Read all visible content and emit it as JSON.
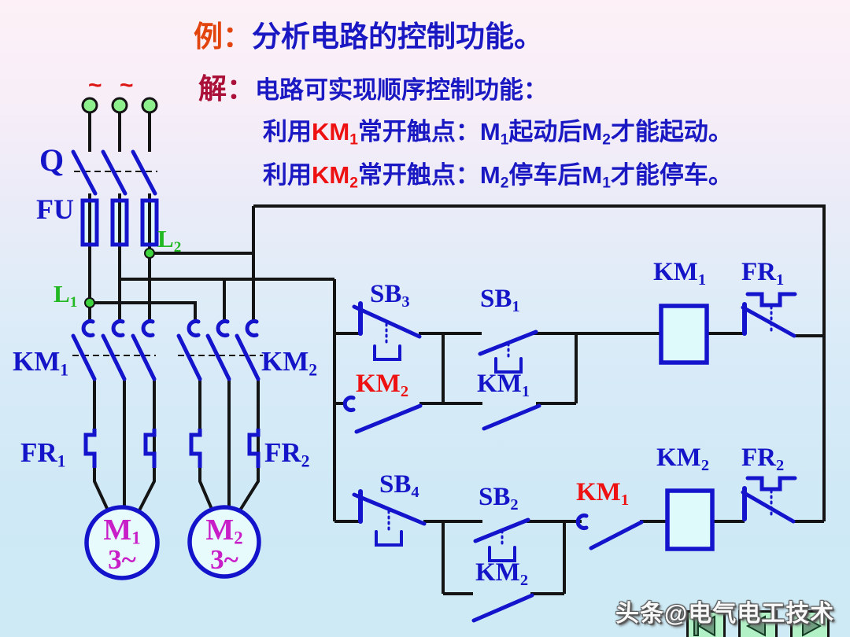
{
  "header": {
    "title_label": "例：",
    "title_text": "分析电路的控制功能。",
    "solution_label": "解：",
    "solution_text": "电路可实现顺序控制功能：",
    "point1": {
      "pre": "利用",
      "km": "KM",
      "km_sub": "1",
      "a": "常开触点：M",
      "a_sub": "1",
      "b": "起动后M",
      "b_sub": "2",
      "c": "才能起动。"
    },
    "point2": {
      "pre": "利用",
      "km": "KM",
      "km_sub": "2",
      "a": "常开触点：M",
      "a_sub": "2",
      "b": "停车后M",
      "b_sub": "1",
      "c": "才能停车。"
    }
  },
  "circuit": {
    "supply_tilde": "~",
    "labels": {
      "q": {
        "t": "Q"
      },
      "fu": {
        "t": "FU"
      },
      "l1": {
        "t": "L",
        "s": "1"
      },
      "l2": {
        "t": "L",
        "s": "2"
      },
      "km1_main": {
        "t": "KM",
        "s": "1"
      },
      "km2_main": {
        "t": "KM",
        "s": "2"
      },
      "fr1_main": {
        "t": "FR",
        "s": "1"
      },
      "fr2_main": {
        "t": "FR",
        "s": "2"
      },
      "m1": {
        "t": "M",
        "s": "1",
        "phase": "3~"
      },
      "m2": {
        "t": "M",
        "s": "2",
        "phase": "3~"
      },
      "sb3": {
        "t": "SB",
        "s": "3"
      },
      "sb1": {
        "t": "SB",
        "s": "1"
      },
      "sb4": {
        "t": "SB",
        "s": "4"
      },
      "sb2": {
        "t": "SB",
        "s": "2"
      },
      "km2_stop_bypass": {
        "t": "KM",
        "s": "2"
      },
      "km1_selfhold": {
        "t": "KM",
        "s": "1"
      },
      "km1_interlock": {
        "t": "KM",
        "s": "1"
      },
      "km2_selfhold": {
        "t": "KM",
        "s": "2"
      },
      "km1_coil": {
        "t": "KM",
        "s": "1"
      },
      "fr1_contact": {
        "t": "FR",
        "s": "1"
      },
      "km2_coil": {
        "t": "KM",
        "s": "2"
      },
      "fr2_contact": {
        "t": "FR",
        "s": "2"
      }
    }
  },
  "footer": {
    "watermark": "头条@电气电工技术",
    "nav_icons": [
      "first-page-icon",
      "previous-icon",
      "next-icon"
    ]
  },
  "colors": {
    "label_blue": "#1414c8",
    "header_blue": "#1a18c2",
    "contact_red": "#ee1111",
    "title_orange": "#e2440e",
    "solution_crimson": "#aa1038",
    "green_label": "#22b822",
    "motor_magenta": "#c81ec8",
    "wire_black": "#141414",
    "symbol_blue": "#1414cc",
    "fuse_fill": "#ddf6f7",
    "coil_fill": "#dffafa",
    "terminal_green": "#8df08d",
    "junction_green": "#3ed43e",
    "nav_button_green": "#b2f0c6"
  }
}
